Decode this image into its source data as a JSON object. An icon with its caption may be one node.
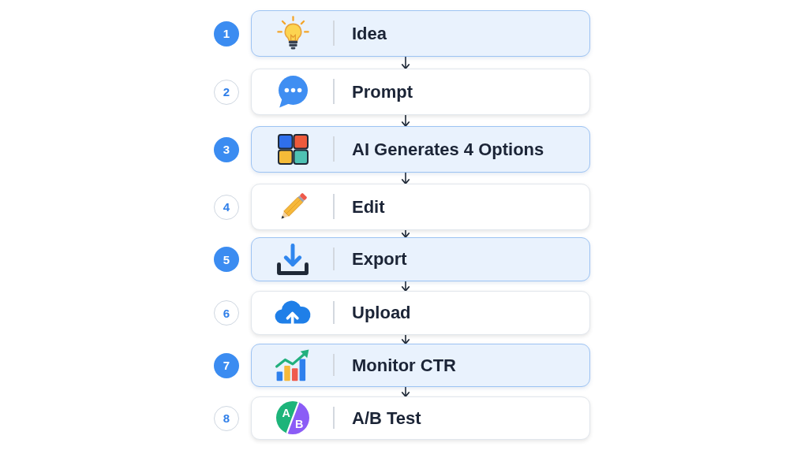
{
  "diagram": {
    "nodes": [
      {
        "text": [
          "1"
        ]
      },
      {
        "text": [
          "Idea"
        ]
      },
      {
        "text": [
          "2"
        ]
      },
      {
        "text": [
          "Prompt"
        ]
      },
      {
        "text": [
          "3"
        ]
      },
      {
        "text": [
          "AI Generates 4 Options"
        ]
      },
      {
        "text": [
          "4"
        ]
      },
      {
        "text": [
          "Edit"
        ]
      },
      {
        "text": [
          "5"
        ]
      },
      {
        "text": [
          "Export"
        ]
      },
      {
        "text": [
          "6"
        ]
      },
      {
        "text": [
          "Upload"
        ]
      },
      {
        "text": [
          "7"
        ]
      },
      {
        "text": [
          "Monitor CTR"
        ]
      },
      {
        "text": [
          "8"
        ]
      },
      {
        "text": [
          "A/B Test"
        ]
      }
    ],
    "edges": [
      {
        "from": 1,
        "to": 3,
        "arrow": "to"
      },
      {
        "from": 3,
        "to": 5,
        "arrow": "to"
      },
      {
        "from": 5,
        "to": 7,
        "arrow": "to"
      },
      {
        "from": 7,
        "to": 9,
        "arrow": "to"
      },
      {
        "from": 9,
        "to": 11,
        "arrow": "to"
      },
      {
        "from": 11,
        "to": 13,
        "arrow": "to"
      },
      {
        "from": 13,
        "to": 15,
        "arrow": "to"
      }
    ],
    "labels": [
      "A",
      "B"
    ]
  }
}
